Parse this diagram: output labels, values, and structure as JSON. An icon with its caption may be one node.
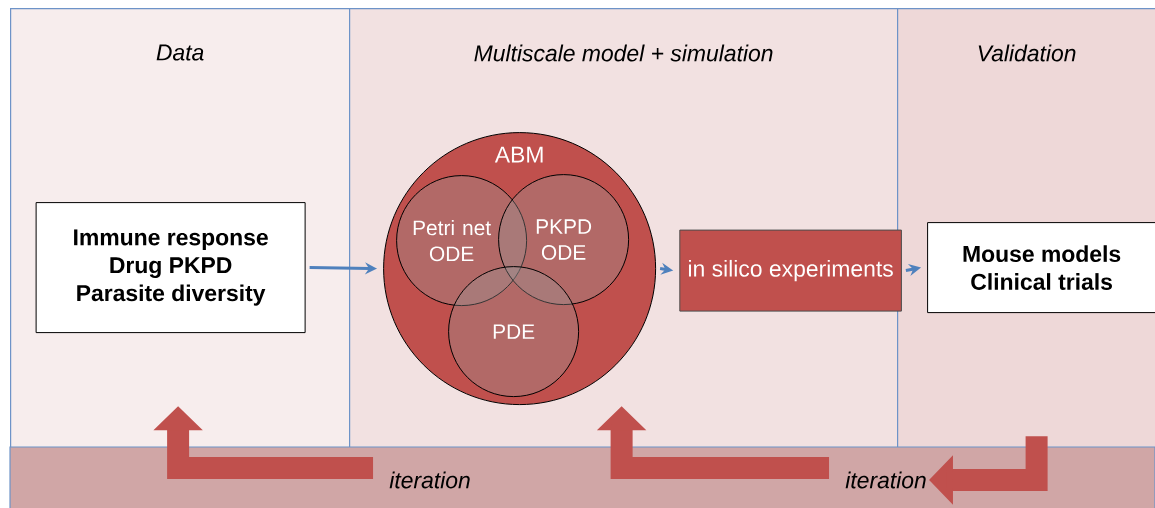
{
  "diagram": {
    "nodes": [
      {
        "text": [
          "Data"
        ]
      },
      {
        "text": [
          "Immune response",
          "Drug PKPD",
          "Parasite diversity"
        ],
        "in": 0
      },
      {
        "text": [
          "Multiscale model + simulation"
        ]
      },
      {
        "text": [
          "ABM"
        ],
        "in": 2
      },
      {
        "text": [
          "Petri net ODE"
        ],
        "in": 3
      },
      {
        "text": [
          "PKPD ODE"
        ],
        "in": 3
      },
      {
        "text": [
          "PDE"
        ],
        "in": 3
      },
      {
        "text": [
          "in silico experiments"
        ],
        "in": 2
      },
      {
        "text": [
          "Validation"
        ]
      },
      {
        "text": [
          "Mouse models",
          "Clinical trials"
        ],
        "in": 8
      },
      {
        "text": [
          "iteration"
        ]
      },
      {
        "text": [
          "iteration"
        ]
      }
    ],
    "edges": [
      {
        "from": 1,
        "to": 3,
        "arrow": "to"
      },
      {
        "from": 3,
        "to": 7,
        "arrow": "to"
      },
      {
        "from": 7,
        "to": 9,
        "arrow": "to"
      },
      {
        "from": 10,
        "to": 0,
        "arrow": "to",
        "style": "thick",
        "color": "#c0504d"
      },
      {
        "from": 11,
        "to": 2,
        "arrow": "to",
        "style": "thick",
        "color": "#c0504d"
      },
      {
        "from": 8,
        "to": 11,
        "arrow": "to",
        "style": "thick",
        "color": "#c0504d"
      }
    ]
  }
}
